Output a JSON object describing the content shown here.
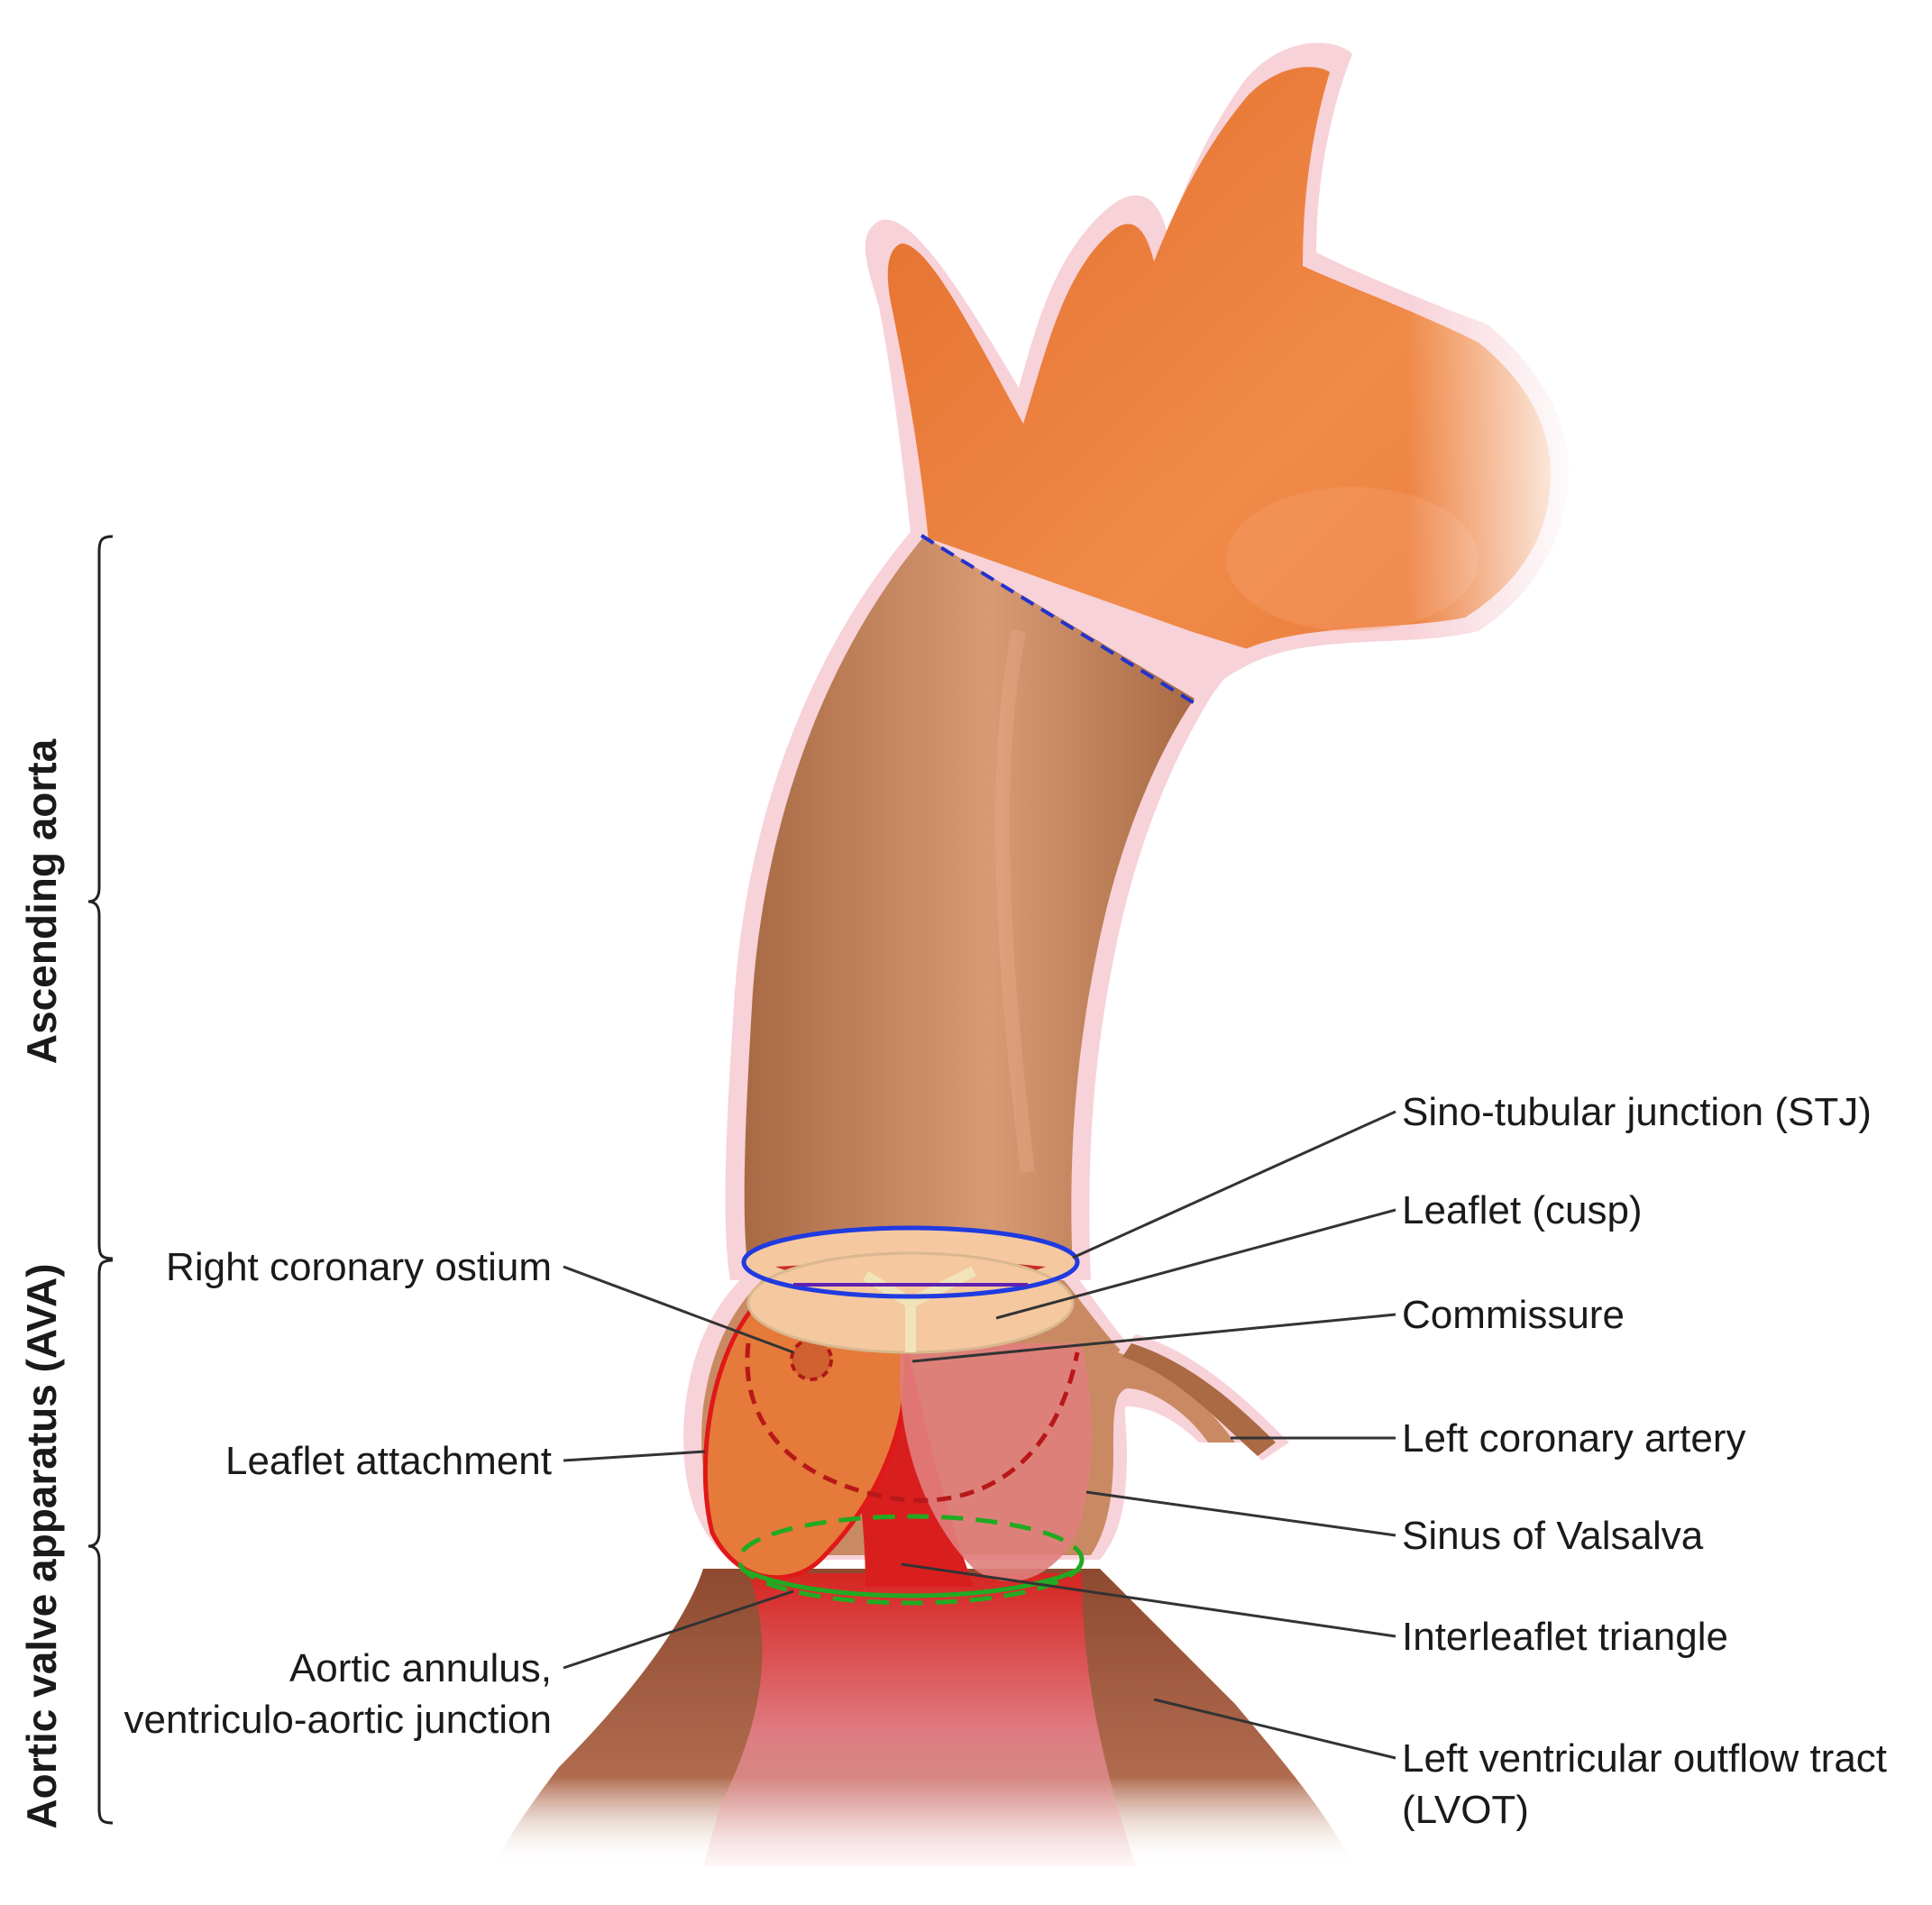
{
  "colors": {
    "aortic_arch": "#ED7D3A",
    "ascending_aorta": "#C1825A",
    "wall": "#F7D2D8",
    "sinus": "#C98A63",
    "lvot": "#9A5236",
    "blood": "#D91E1E",
    "stj_ring": "#1F3BE0",
    "annulus_ring": "#22AA22",
    "cusp": "#F5C8A0"
  },
  "brackets": {
    "upper": "Ascending aorta",
    "lower": "Aortic valve apparatus (AVA)"
  },
  "labels": {
    "stj": "Sino-tubular junction (STJ)",
    "leaflet": "Leaflet (cusp)",
    "commissure": "Commissure",
    "left_coronary_artery": "Left coronary artery",
    "sinus_valsalva": "Sinus of Valsalva",
    "interleaflet": "Interleaflet triangle",
    "lvot_line1": "Left ventricular outflow tract",
    "lvot_line2": "(LVOT)",
    "right_coronary_ostium": "Right coronary ostium",
    "leaflet_attachment": "Leaflet attachment",
    "annulus_line1": "Aortic annulus,",
    "annulus_line2": "ventriculo-aortic junction"
  }
}
